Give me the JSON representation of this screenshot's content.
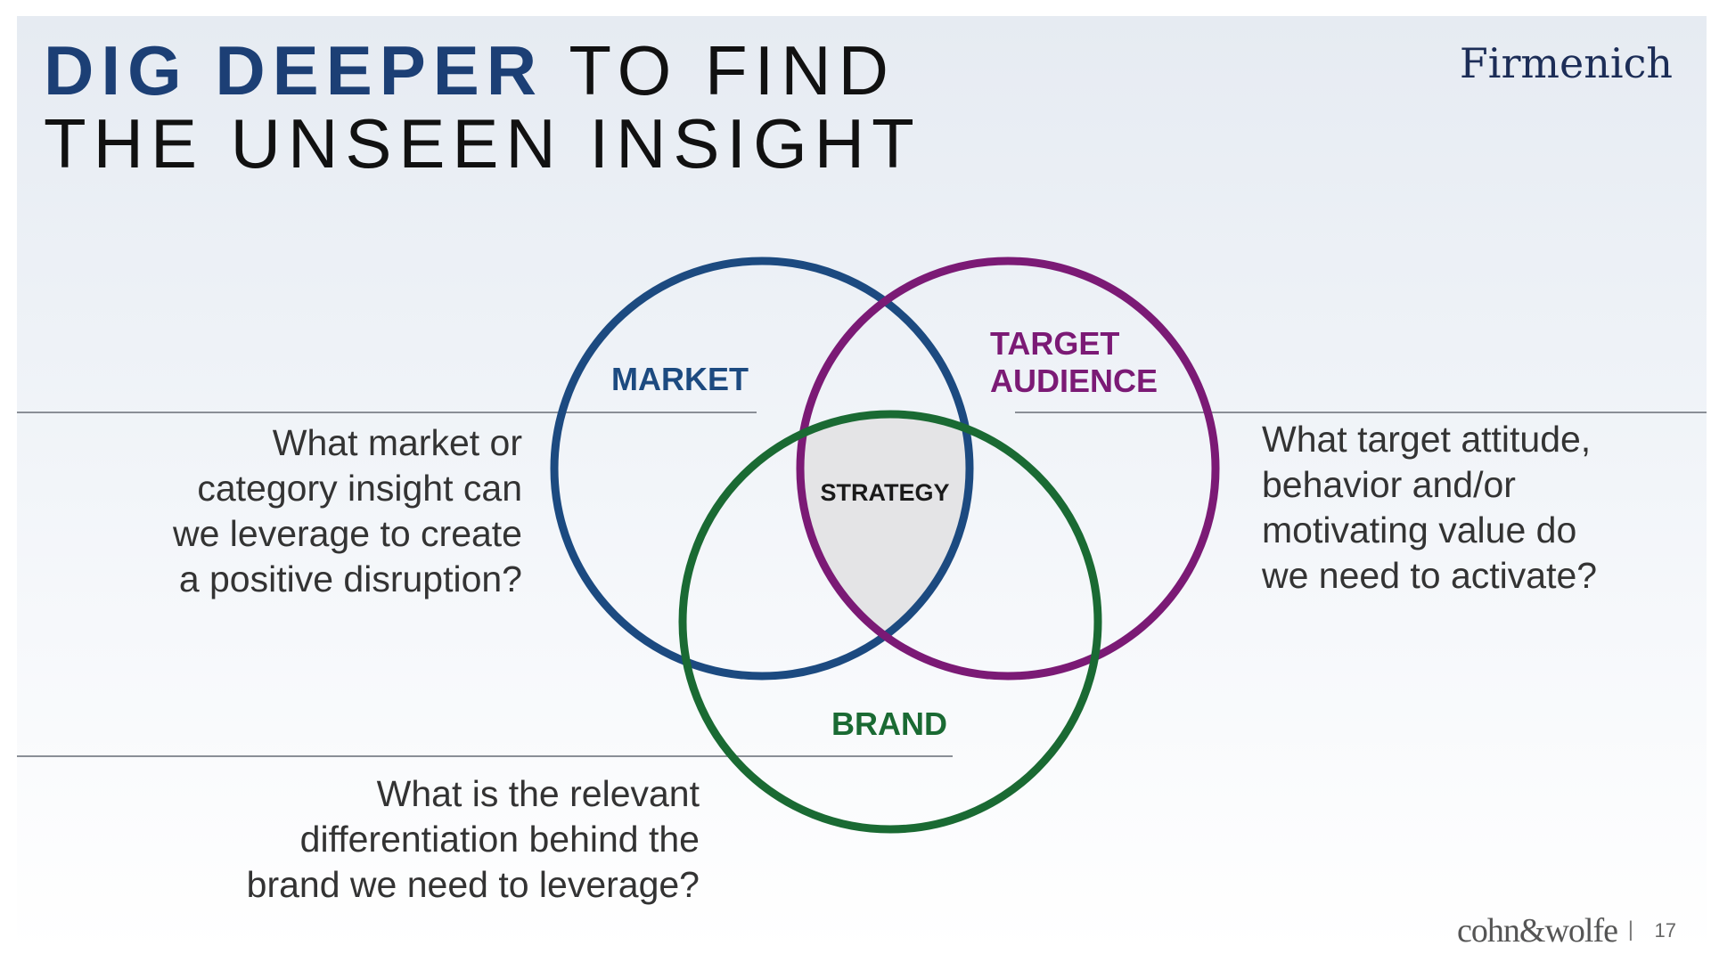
{
  "title": {
    "line1_bold": "DIG DEEPER",
    "line1_rest": " TO FIND",
    "line2": "THE UNSEEN INSIGHT"
  },
  "logo_text": "Firmenich",
  "venn": {
    "circles": [
      {
        "label": "MARKET",
        "color": "#1c4a80"
      },
      {
        "label_lines": [
          "TARGET",
          "AUDIENCE"
        ],
        "color": "#7b1a75"
      },
      {
        "label": "BRAND",
        "color": "#1a6a33"
      }
    ],
    "center_label": "STRATEGY",
    "center_fill": "#e4e4e6"
  },
  "questions": {
    "market": [
      "What market or",
      "category insight can",
      "we leverage to create",
      "a positive disruption?"
    ],
    "target": [
      "What target attitude,",
      "behavior and/or",
      "motivating value do",
      "we need to activate?"
    ],
    "brand": [
      "What is the relevant",
      "differentiation behind the",
      "brand we need to leverage?"
    ]
  },
  "footer": {
    "brand": "cohn&wolfe",
    "separator": "|",
    "page_number": "17"
  },
  "colors": {
    "title_accent": "#1c3f75",
    "rule": "#8a8f96"
  }
}
